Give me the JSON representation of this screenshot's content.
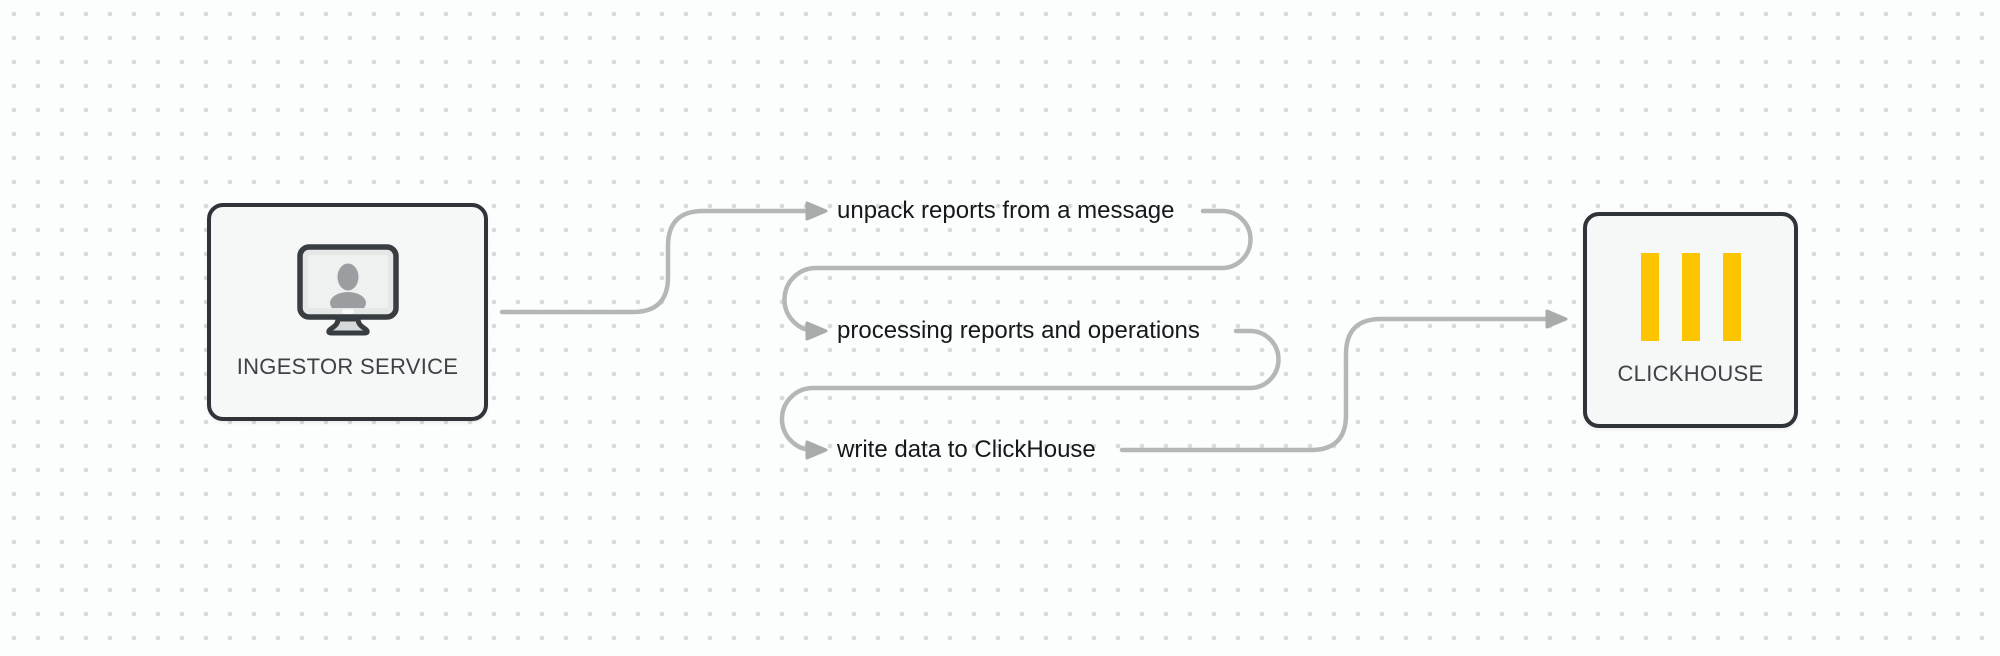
{
  "diagram": {
    "nodes": {
      "ingestor": {
        "label": "INGESTOR SERVICE",
        "icon": "monitor-user-icon"
      },
      "clickhouse": {
        "label": "CLICKHOUSE",
        "icon": "clickhouse-bars-icon"
      }
    },
    "steps": [
      {
        "label": "unpack reports from a message"
      },
      {
        "label": "processing reports and operations"
      },
      {
        "label": "write data to ClickHouse"
      }
    ],
    "colors": {
      "background": "#fcfdfd",
      "grid_dot": "#d9dadb",
      "node_fill": "#f6f7f7",
      "node_border": "#2f3438",
      "connector": "#b5b6b6",
      "arrowhead": "#a9aaaa",
      "step_text": "#16191c",
      "node_text": "#3d4247",
      "clickhouse_yellow": "#fdc500",
      "monitor_screen": "#eff0f0",
      "monitor_silhouette": "#9b9ea0"
    }
  }
}
